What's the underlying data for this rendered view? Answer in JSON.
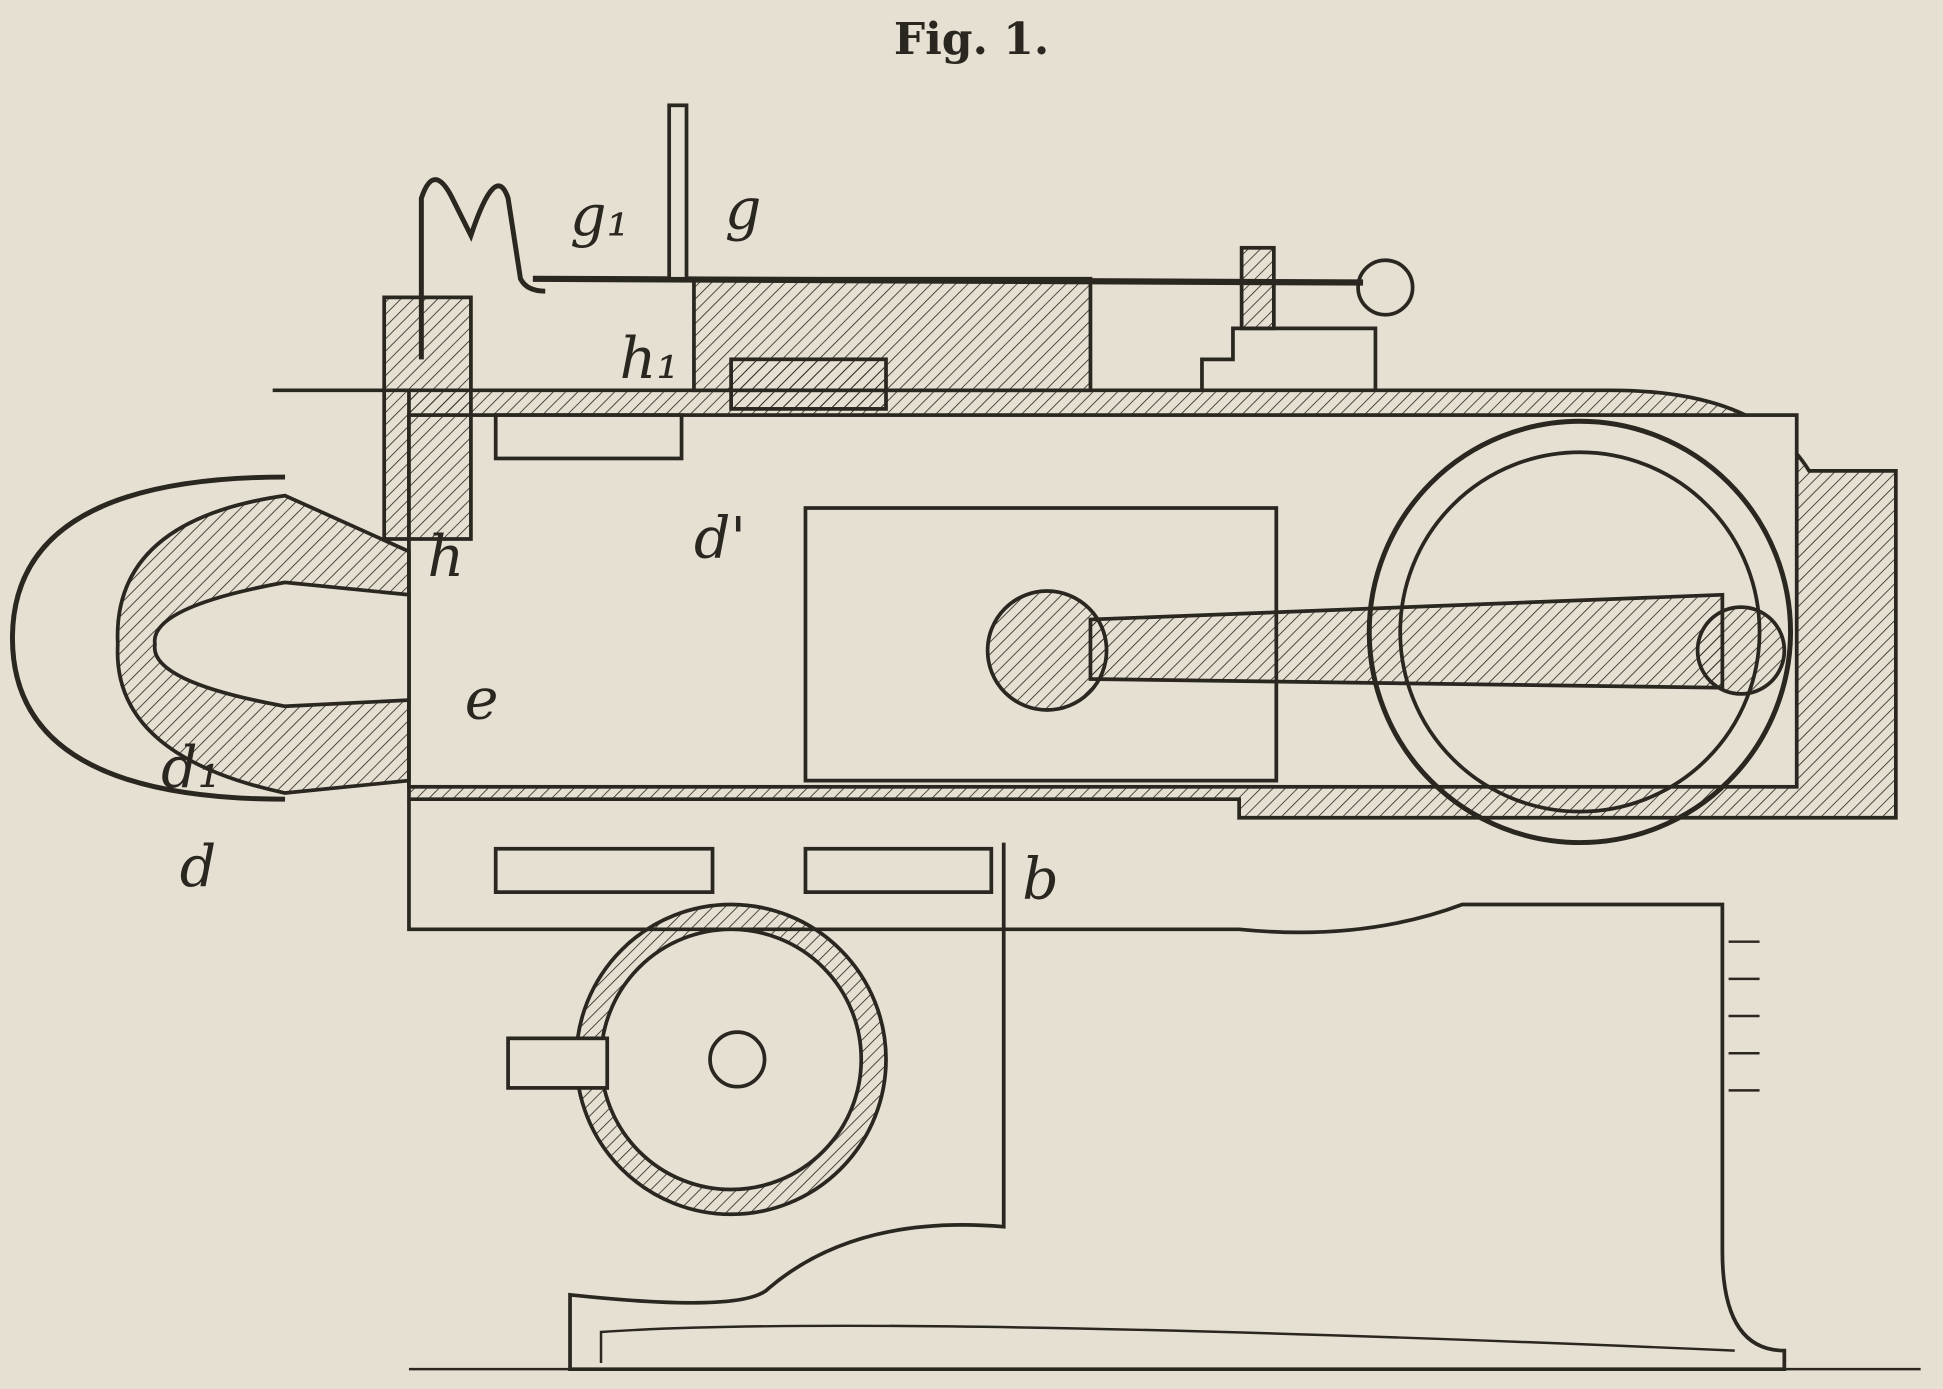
{
  "figure": {
    "title": "Fig. 1.",
    "labels": {
      "g": "g",
      "g1": "g₁",
      "h1": "h₁",
      "h": "h",
      "d_prime": "d'",
      "e": "e",
      "d1": "d₁",
      "d": "d",
      "b": "b"
    }
  },
  "colors": {
    "paper": "#e6e0d2",
    "ink": "#2a2620"
  }
}
